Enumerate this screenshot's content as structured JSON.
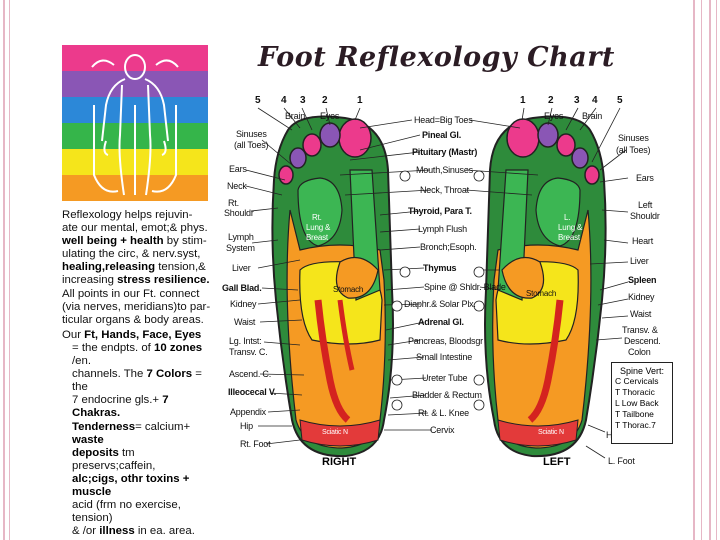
{
  "title": "Foot Reflexology Chart",
  "description": {
    "p1": [
      "Reflexology helps rejuvin-",
      "ate our mental, emot;& phys.",
      "well being + health by stim-",
      "ulating the circ, & nerv.syst,",
      "healing,releasing tension,&",
      "increasing stress resilience.",
      "All points in our Ft. connect",
      "(via nerves, meridians)to par-",
      "ticular organs & body areas."
    ],
    "p2": [
      "Our Ft, Hands, Face, Eyes",
      "= the endpts. of 10 zones /en.",
      "channels. The 7 Colors = the",
      "7 endocrine gls.+ 7 Chakras.",
      "Tenderness= calcium+ waste",
      "deposits tm preservs;caffein,",
      "alc;cigs, othr toxins + muscle",
      "acid (frm no exercise, tension)",
      "& /or illness in ea. area."
    ]
  },
  "zone_colors": [
    "#ec3a8c",
    "#8a56b5",
    "#2c88d8",
    "#35b54a",
    "#f5e51b",
    "#f59a23"
  ],
  "zone_numbers": {
    "right": [
      "5",
      "4",
      "3",
      "2",
      "1"
    ],
    "left": [
      "1",
      "2",
      "3",
      "4",
      "5"
    ]
  },
  "labels": {
    "right": [
      "Brain",
      "Eyes",
      "Sinuses",
      "(all Toes)",
      "Ears",
      "Neck",
      "Rt.",
      "Shouldr",
      "Lymph",
      "System",
      "Liver",
      "Gall Blad.",
      "Kidney",
      "Waist",
      "Lg. Intst:",
      "Transv. C.",
      "Ascend. C.",
      "Illeocecal V.",
      "Appendix",
      "Hip",
      "Rt. Foot"
    ],
    "center": [
      "Head=Big Toes",
      "Pineal Gl.",
      "Pituitary (Mastr)",
      "Mouth,Sinuses",
      "Neck, Throat",
      "Thyroid, Para T.",
      "Lymph Flush",
      "Bronch;Esoph.",
      "Thymus",
      "Spine @ Shldr. Blade",
      "Diaphr.& Solar Plx.",
      "Adrenal Gl.",
      "Pancreas, Bloodsgr",
      "Small Intestine",
      "Ureter Tube",
      "Bladder & Rectum",
      "Rt. & L. Knee",
      "Cervix"
    ],
    "left": [
      "Brain",
      "Eyes",
      "Sinuses",
      "(all Toes)",
      "Ears",
      "Left",
      "Shouldr",
      "Heart",
      "Liver",
      "Spleen",
      "Kidney",
      "Waist",
      "Transv. &",
      "Descend.",
      "Colon",
      "Hip",
      "L. Foot"
    ],
    "in_foot": [
      "Rt.",
      "Lung &",
      "Breast",
      "L.",
      "Lung &",
      "Breast",
      "Stomach",
      "Stomach",
      "Sciatic N",
      "Sciatic N"
    ]
  },
  "foot_titles": {
    "right": "RIGHT",
    "left": "LEFT"
  },
  "spine": {
    "title": "Spine Vert:",
    "rows": [
      "C Cervicals",
      "T Thoracic",
      "L Low Back",
      "T Tailbone",
      "T Thorac.7"
    ]
  }
}
